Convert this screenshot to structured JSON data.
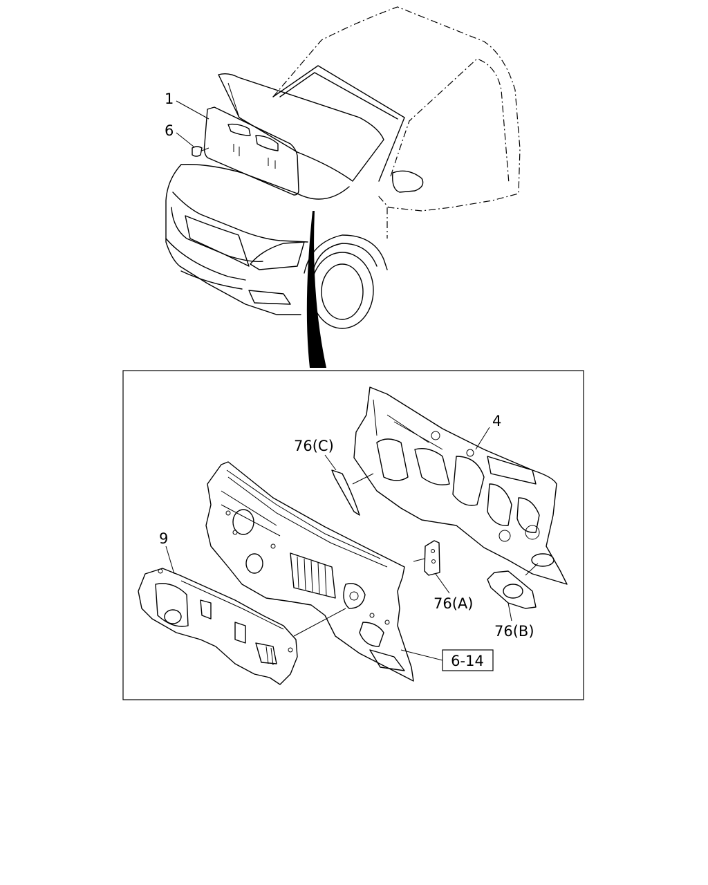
{
  "callouts": {
    "c1": "1",
    "c6": "6",
    "c4": "4",
    "c76c": "76(C)",
    "c9": "9",
    "c76a": "76(A)",
    "c76b": "76(B)",
    "ref": "6-14"
  },
  "colors": {
    "line": "#000000",
    "background": "#ffffff"
  }
}
